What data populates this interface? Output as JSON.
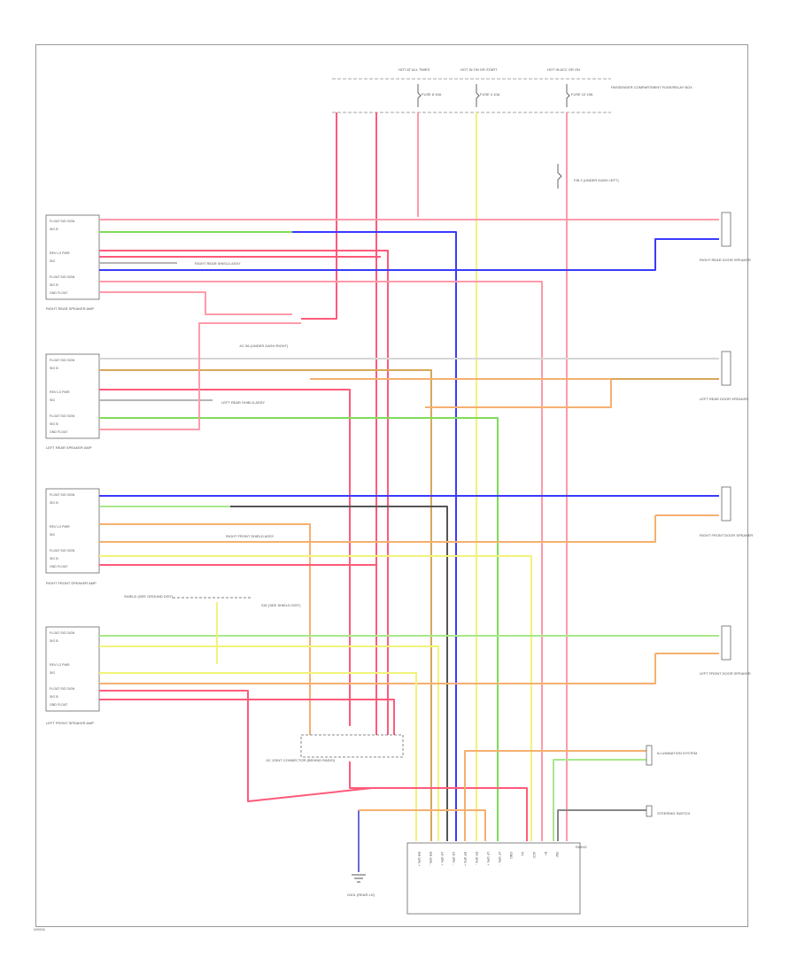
{
  "footer_code": "W0006",
  "colors": {
    "red": "#ff5a7a",
    "pink": "#ff9aaa",
    "green": "#7fdc5a",
    "blue": "#3a3aff",
    "yellow": "#f2f27a",
    "orange": "#f5b070",
    "tan": "#d7a85a",
    "gray": "#b5b5b5",
    "black": "#555555"
  },
  "fuses": [
    {
      "header": "HOT AT ALL TIMES",
      "label": "FUSE 8 15A"
    },
    {
      "header": "HOT IN ON OR START",
      "label": "FUSE 4 10A"
    },
    {
      "header": "HOT IN ACC OR ON",
      "label": "FUSE 10 15A"
    }
  ],
  "fuse_box_label": "PASSENGER COMPARTMENT FUSE/RELAY BOX",
  "amps": [
    {
      "label": "RIGHT REAR SPEAKER AMP"
    },
    {
      "label": "LEFT REAR SPEAKER AMP"
    },
    {
      "label": "RIGHT FRONT SPEAKER AMP"
    },
    {
      "label": "LEFT FRONT SPEAKER AMP"
    }
  ],
  "amp_pins": [
    "FLOAT SIG SIGN",
    "SIG B",
    "",
    "",
    "REV LO PWR",
    "SIG",
    "",
    "FLOAT SIG SIGN",
    "SIG B",
    "GND FLOAT"
  ],
  "speakers": [
    {
      "label": "RIGHT REAR DOOR SPEAKER"
    },
    {
      "label": "LEFT REAR DOOR SPEAKER"
    },
    {
      "label": "RIGHT FRONT DOOR SPEAKER"
    },
    {
      "label": "LEFT FRONT DOOR SPEAKER"
    }
  ],
  "cable_notes": [
    "RIGHT REAR SHIELD ASSY",
    "LEFT REAR SHIELD ASSY",
    "RIGHT FRONT SHIELD ASSY"
  ],
  "connector_label": "J/C 56 (UNDER DASH RIGHT)",
  "fuse_note": "F/B 2 (UNDER DASH LEFT)",
  "lf_source": "SHIELD (SEE GROUND DIST)",
  "lf_note": "SIG (SEE SHIELD DIST)",
  "joint_label": "J/C JOINT CONNECTOR (BEHIND RADIO)",
  "ground_label": "G401 (REAR LH)",
  "radio_label": "RADIO",
  "steering_label": "STEERING SWITCH",
  "illum_label": "ILLUMINATION SYSTEM",
  "radio_pins": [
    "RR SPK +",
    "RR SPK -",
    "LR SPK +",
    "LR SPK -",
    "RF SPK +",
    "RF SPK -",
    "LF SPK +",
    "LF SPK -",
    "GND",
    "ILL",
    "ACC",
    "B+",
    "SW"
  ]
}
